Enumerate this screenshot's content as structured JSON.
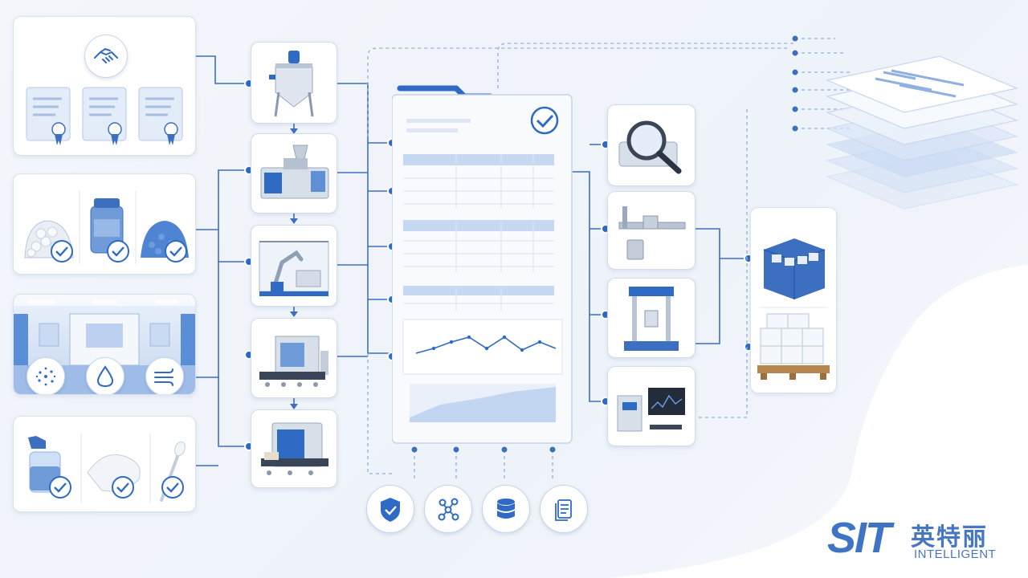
{
  "brand": {
    "logo_text": "SIT",
    "name_cn": "英特丽",
    "name_en": "INTELLIGENT"
  },
  "icons": {
    "handshake": "handshake-icon",
    "certificate": "certificate-icon",
    "check": "check-circle-icon",
    "shield": "shield-check-icon",
    "network": "network-nodes-icon",
    "database": "database-icon",
    "document": "document-icon",
    "particles": "particles-icon",
    "droplet": "droplet-icon",
    "airflow": "airflow-icon",
    "magnifier": "magnifier-icon"
  },
  "colors": {
    "accent": "#2f6ac4",
    "line": "#3d6fc0",
    "light": "#dce7f7",
    "panel_border": "#d9e2ef"
  }
}
